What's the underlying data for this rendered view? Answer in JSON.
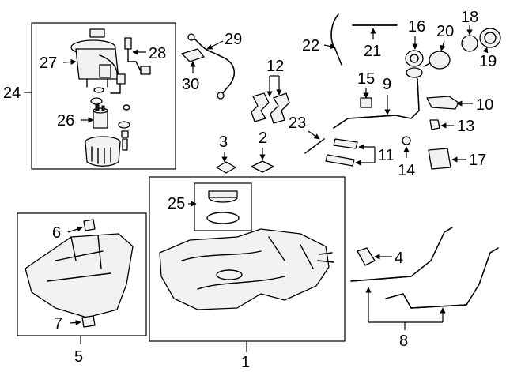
{
  "labels": {
    "n1": "1",
    "n2": "2",
    "n3": "3",
    "n4": "4",
    "n5": "5",
    "n6": "6",
    "n7": "7",
    "n8": "8",
    "n9": "9",
    "n10": "10",
    "n11": "11",
    "n12": "12",
    "n13": "13",
    "n14": "14",
    "n15": "15",
    "n16": "16",
    "n17": "17",
    "n18": "18",
    "n19": "19",
    "n20": "20",
    "n21": "21",
    "n22": "22",
    "n23": "23",
    "n24": "24",
    "n25": "25",
    "n26": "26",
    "n27": "27",
    "n28": "28",
    "n29": "29",
    "n30": "30"
  }
}
